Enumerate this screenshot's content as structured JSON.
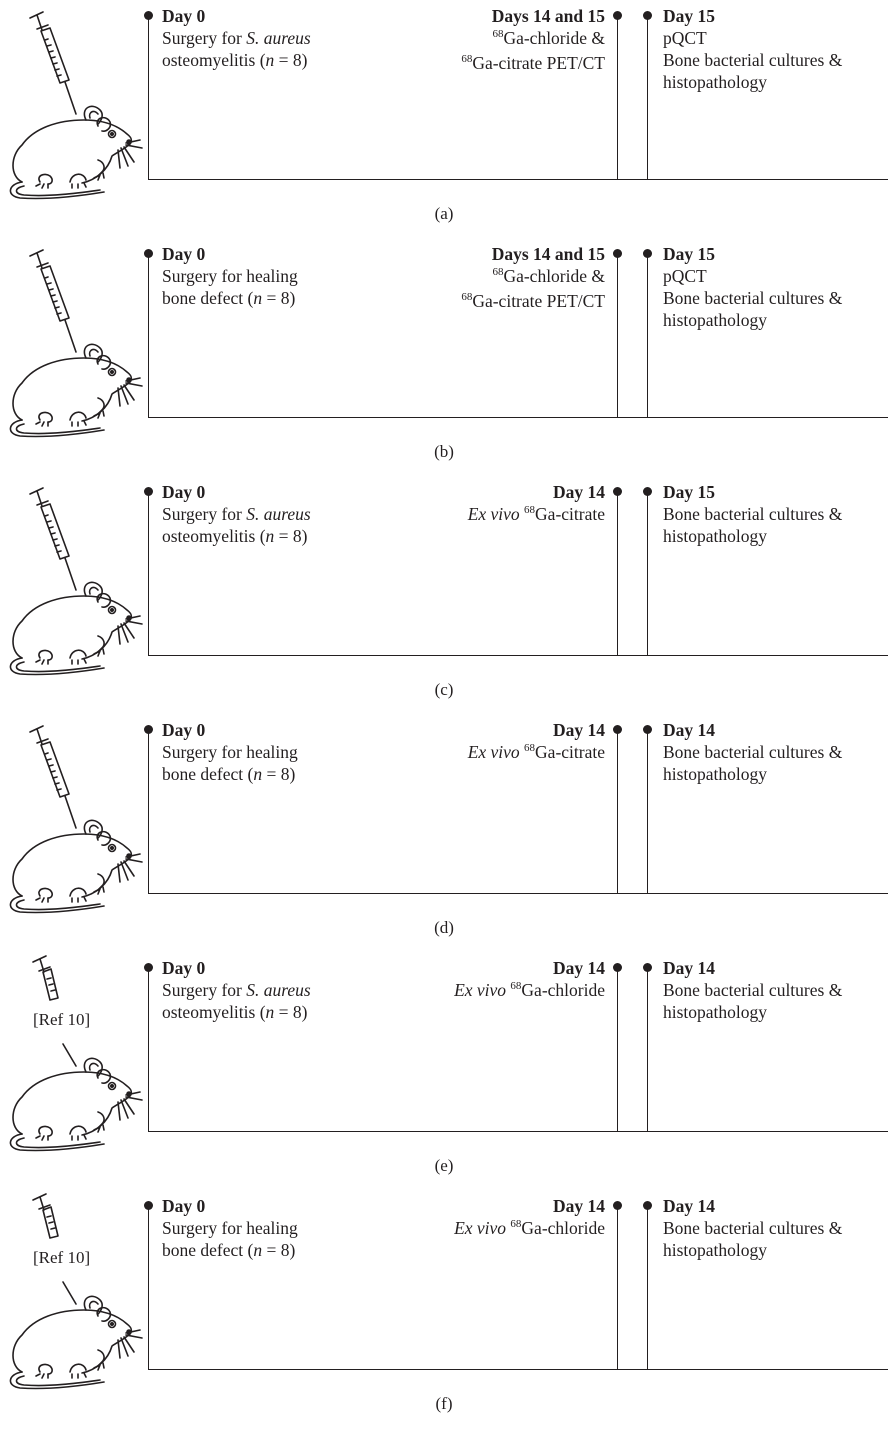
{
  "panels": [
    {
      "id": "a",
      "caption": "(a)",
      "ref": "",
      "day0": {
        "label": "Day 0",
        "line1_pre": "Surgery for ",
        "line1_em": "S. aureus",
        "line2_pre": "osteomyelitis (",
        "line2_em": "n",
        "line2_post": " = 8)"
      },
      "mid": {
        "label": "Days 14 and 15",
        "lines": [
          {
            "em": "",
            "sup": "68",
            "text": "Ga-chloride &"
          },
          {
            "em": "",
            "sup": "68",
            "text": "Ga-citrate PET/CT"
          }
        ]
      },
      "end": {
        "label": "Day 15",
        "lines": [
          "pQCT",
          "Bone bacterial cultures &",
          "histopathology"
        ]
      }
    },
    {
      "id": "b",
      "caption": "(b)",
      "ref": "",
      "day0": {
        "label": "Day 0",
        "line1_pre": "Surgery for healing",
        "line1_em": "",
        "line2_pre": "bone defect (",
        "line2_em": "n",
        "line2_post": " = 8)"
      },
      "mid": {
        "label": "Days 14 and 15",
        "lines": [
          {
            "em": "",
            "sup": "68",
            "text": "Ga-chloride &"
          },
          {
            "em": "",
            "sup": "68",
            "text": "Ga-citrate PET/CT"
          }
        ]
      },
      "end": {
        "label": "Day 15",
        "lines": [
          "pQCT",
          "Bone bacterial cultures &",
          "histopathology"
        ]
      }
    },
    {
      "id": "c",
      "caption": "(c)",
      "ref": "",
      "day0": {
        "label": "Day 0",
        "line1_pre": "Surgery for ",
        "line1_em": "S. aureus",
        "line2_pre": "osteomyelitis (",
        "line2_em": "n",
        "line2_post": " = 8)"
      },
      "mid": {
        "label": "Day 14",
        "lines": [
          {
            "em": "Ex vivo ",
            "sup": "68",
            "text": "Ga-citrate"
          }
        ]
      },
      "end": {
        "label": "Day 15",
        "lines": [
          "Bone bacterial cultures &",
          "histopathology"
        ]
      }
    },
    {
      "id": "d",
      "caption": "(d)",
      "ref": "",
      "day0": {
        "label": "Day 0",
        "line1_pre": "Surgery for healing",
        "line1_em": "",
        "line2_pre": "bone defect (",
        "line2_em": "n",
        "line2_post": " = 8)"
      },
      "mid": {
        "label": "Day 14",
        "lines": [
          {
            "em": "Ex vivo ",
            "sup": "68",
            "text": "Ga-citrate"
          }
        ]
      },
      "end": {
        "label": "Day 14",
        "lines": [
          "Bone bacterial cultures &",
          "histopathology"
        ]
      }
    },
    {
      "id": "e",
      "caption": "(e)",
      "ref": "[Ref 10]",
      "day0": {
        "label": "Day 0",
        "line1_pre": "Surgery for ",
        "line1_em": "S. aureus",
        "line2_pre": "osteomyelitis (",
        "line2_em": "n",
        "line2_post": " = 8)"
      },
      "mid": {
        "label": "Day 14",
        "lines": [
          {
            "em": "Ex vivo ",
            "sup": "68",
            "text": "Ga-chloride"
          }
        ]
      },
      "end": {
        "label": "Day 14",
        "lines": [
          "Bone bacterial cultures &",
          "histopathology"
        ]
      }
    },
    {
      "id": "f",
      "caption": "(f)",
      "ref": "[Ref 10]",
      "day0": {
        "label": "Day 0",
        "line1_pre": "Surgery for healing",
        "line1_em": "",
        "line2_pre": "bone defect (",
        "line2_em": "n",
        "line2_post": " = 8)"
      },
      "mid": {
        "label": "Day 14",
        "lines": [
          {
            "em": "Ex vivo ",
            "sup": "68",
            "text": "Ga-chloride"
          }
        ]
      },
      "end": {
        "label": "Day 14",
        "lines": [
          "Bone bacterial cultures &",
          "histopathology"
        ]
      }
    }
  ]
}
